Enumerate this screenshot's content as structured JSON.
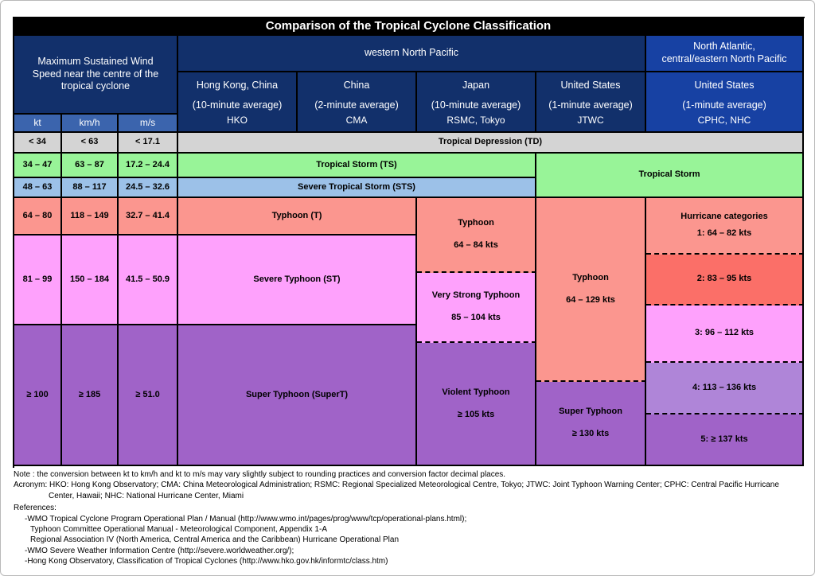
{
  "title": "Comparison of the Tropical Cyclone Classification",
  "header": {
    "wind_speed_label": "Maximum Sustained Wind\nSpeed near the centre of the\ntropical cyclone",
    "region_wnp": "western North Pacific",
    "region_atl": "North Atlantic,\ncentral/eastern North Pacific",
    "units": {
      "kt": "kt",
      "kmh": "km/h",
      "ms": "m/s"
    },
    "agencies": [
      {
        "name": "Hong Kong, China",
        "avg": "(10-minute average)",
        "acronym": "HKO"
      },
      {
        "name": "China",
        "avg": "(2-minute average)",
        "acronym": "CMA"
      },
      {
        "name": "Japan",
        "avg": "(10-minute average)",
        "acronym": "RSMC, Tokyo"
      },
      {
        "name": "United States",
        "avg": "(1-minute average)",
        "acronym": "JTWC"
      },
      {
        "name": "United States",
        "avg": "(1-minute average)",
        "acronym": "CPHC, NHC"
      }
    ]
  },
  "speeds": {
    "rows": [
      {
        "kt": "< 34",
        "kmh": "< 63",
        "ms": "< 17.1"
      },
      {
        "kt": "34 – 47",
        "kmh": "63 – 87",
        "ms": "17.2 – 24.4"
      },
      {
        "kt": "48 – 63",
        "kmh": "88 – 117",
        "ms": "24.5 – 32.6"
      },
      {
        "kt": "64 – 80",
        "kmh": "118 – 149",
        "ms": "32.7 – 41.4"
      },
      {
        "kt": "81 – 99",
        "kmh": "150 – 184",
        "ms": "41.5 – 50.9"
      },
      {
        "kt": "≥ 100",
        "kmh": "≥ 185",
        "ms": "≥ 51.0"
      }
    ]
  },
  "classifications": {
    "td": "Tropical Depression (TD)",
    "ts": "Tropical Storm (TS)",
    "sts": "Severe Tropical Storm (STS)",
    "typhoon": "Typhoon (T)",
    "severe_typhoon": "Severe Typhoon (ST)",
    "super_typhoon": "Super Typhoon (SuperT)",
    "japan": [
      {
        "name": "Typhoon",
        "range": "64 – 84 kts"
      },
      {
        "name": "Very Strong Typhoon",
        "range": "85 – 104 kts"
      },
      {
        "name": "Violent Typhoon",
        "range": "≥ 105 kts"
      }
    ],
    "jtwc": [
      {
        "name": "Typhoon",
        "range": "64 – 129 kts"
      },
      {
        "name": "Super Typhoon",
        "range": "≥ 130 kts"
      }
    ],
    "atlantic_ts": "Tropical Storm",
    "hurricane_title": "Hurricane categories",
    "hurricane": [
      "1: 64 – 82 kts",
      "2: 83 – 95 kts",
      "3: 96 – 112 kts",
      "4: 113 – 136 kts",
      "5: ≥ 137 kts"
    ]
  },
  "colors": {
    "navy_header": "#12306b",
    "bright_blue_header": "#1741a3",
    "steel_blue_units": "#3b64ad",
    "gray_td": "#d4d4d4",
    "green_ts": "#98f498",
    "lightblue_sts": "#9cc1e8",
    "salmon_typhoon": "#fb968f",
    "red_cat2": "#fb6f68",
    "magenta_severe": "#fea1fc",
    "purple_super": "#a063c8",
    "lightpurple_cat4": "#af85d8"
  },
  "notes": {
    "lines": [
      "Note : the conversion between kt to km/h and kt to m/s may vary slightly subject to rounding practices and conversion factor decimal places.",
      "Acronym: HKO: Hong Kong Observatory; CMA: China Meteorological Administration; RSMC: Regional Specialized Meteorological Centre, Tokyo; JTWC: Joint Typhoon Warning Center; CPHC: Central Pacific Hurricane",
      "Center, Hawaii; NHC: National Hurricane Center, Miami",
      "References:",
      "-WMO Tropical Cyclone Program Operational Plan / Manual (http://www.wmo.int/pages/prog/www/tcp/operational-plans.html);",
      "Typhoon Committee Operational Manual - Meteorological Component, Appendix 1-A",
      "Regional Association IV (North America, Central America and the Caribbean) Hurricane Operational Plan",
      "-WMO Severe Weather Information Centre (http://severe.worldweather.org/);",
      "-Hong Kong Observatory, Classification of Tropical Cyclones (http://www.hko.gov.hk/informtc/class.htm)"
    ]
  }
}
